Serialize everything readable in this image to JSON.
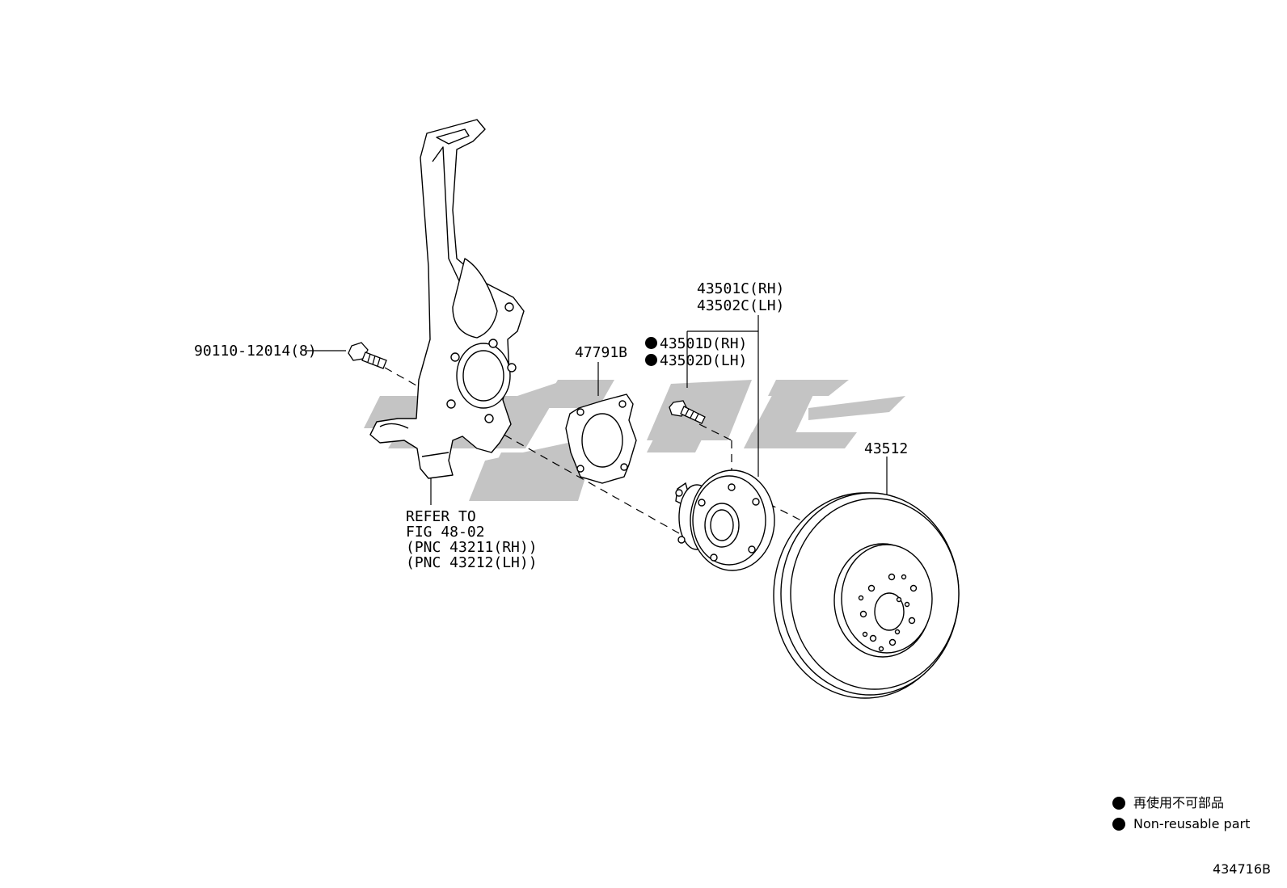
{
  "callouts": {
    "bolt": "90110-12014(8)",
    "knuckle_ref": [
      "REFER TO",
      "FIG 48-02",
      "(PNC 43211(RH))",
      "(PNC 43212(LH))"
    ],
    "dust_cover": "47791B",
    "hub_c_rh": "43501C(RH)",
    "hub_c_lh": "43502C(LH)",
    "hub_d_rh": "43501D(RH)",
    "hub_d_lh": "43502D(LH)",
    "disc": "43512"
  },
  "legend": {
    "line_jp": "再使用不可部品",
    "line_en": "Non-reusable part"
  },
  "figure_number": "434716B"
}
